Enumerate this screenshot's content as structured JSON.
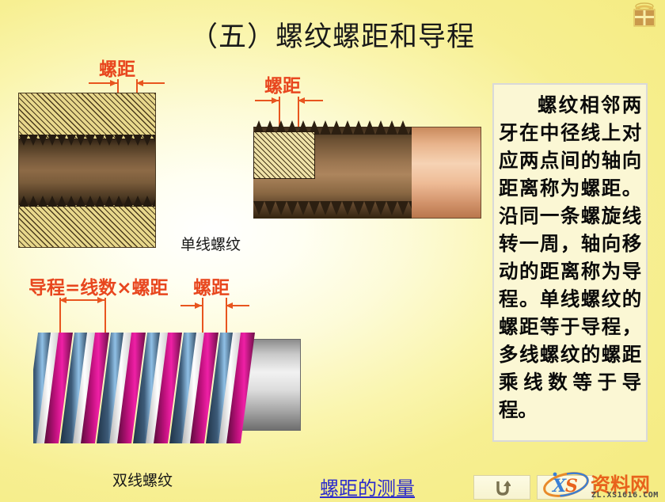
{
  "slide": {
    "title": "（五）螺纹螺距和导程",
    "background_color": "#f5ec84",
    "accent_color": "#e8551f"
  },
  "logo": {
    "icon": "book-emblem-logo"
  },
  "figure_internal_thread": {
    "dimension_label": "螺距",
    "icon": "internal-thread-section-diagram"
  },
  "figure_external_thread": {
    "dimension_label": "螺距",
    "caption": "单线螺纹",
    "icon": "external-thread-bolt-diagram"
  },
  "figure_double_thread": {
    "lead_label": "导程=线数×螺距",
    "pitch_label": "螺距",
    "caption": "双线螺纹",
    "icon": "double-start-thread-diagram"
  },
  "textbox": {
    "body": "螺纹相邻两牙在中径线上对应两点间的轴向距离称为螺距。沿同一条螺旋线转一周，轴向移动的距离称为导程。单线螺纹的螺距等于导程，多线螺纹的螺距乘线数等于导程。"
  },
  "links": {
    "pitch_measurement": "螺距的测量"
  },
  "nav": {
    "back_button_icon": "return-arrow-icon",
    "back_button_label": "",
    "next_button_label": ""
  },
  "watermark": {
    "mark": "XS",
    "name": "资料网",
    "url": "ZL.XS1616.COM"
  }
}
